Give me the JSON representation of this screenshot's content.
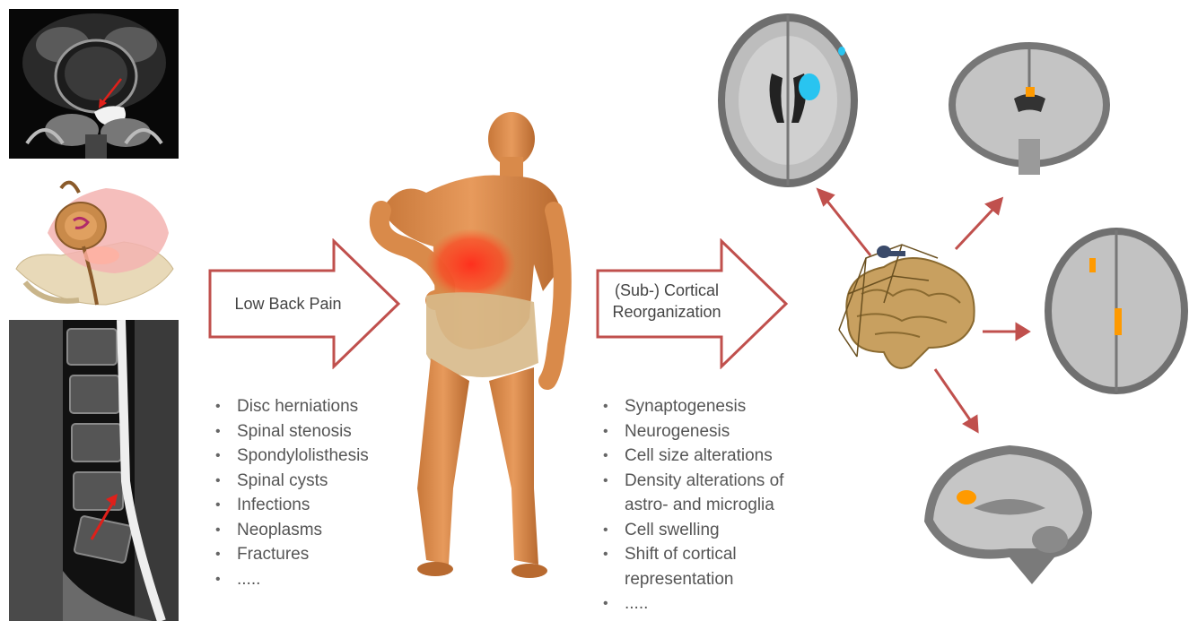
{
  "arrows": {
    "left_label": "Low Back Pain",
    "right_label_line1": "(Sub-) Cortical",
    "right_label_line2": "Reorganization"
  },
  "causes": [
    "Disc herniations",
    "Spinal stenosis",
    "Spondylolisthesis",
    "Spinal cysts",
    "Infections",
    "Neoplasms",
    "Fractures",
    "....."
  ],
  "reorganization": [
    {
      "text": "Synaptogenesis",
      "bullet": true
    },
    {
      "text": "Neurogenesis",
      "bullet": true
    },
    {
      "text": "Cell size alterations",
      "bullet": true
    },
    {
      "text": "Density alterations of",
      "bullet": true
    },
    {
      "text": "astro- and microglia",
      "bullet": false
    },
    {
      "text": "Cell swelling",
      "bullet": true
    },
    {
      "text": "Shift of cortical",
      "bullet": true
    },
    {
      "text": "representation",
      "bullet": false
    },
    {
      "text": ".....",
      "bullet": true
    }
  ],
  "colors": {
    "arrow_outline": "#c0504d",
    "connector_arrow": "#c0504d",
    "pain_highlight": "#ff2a1a",
    "activation_blue": "#29c4f0",
    "activation_orange": "#ff9a00"
  },
  "icons": [
    "mri-axial-image",
    "spine-disc-illustration",
    "mri-sagittal-image",
    "human-back-pain-figure",
    "brain-scaffold-illustration",
    "brain-axial-scan",
    "brain-coronal-scan",
    "brain-axial-scan-2",
    "brain-sagittal-scan"
  ]
}
